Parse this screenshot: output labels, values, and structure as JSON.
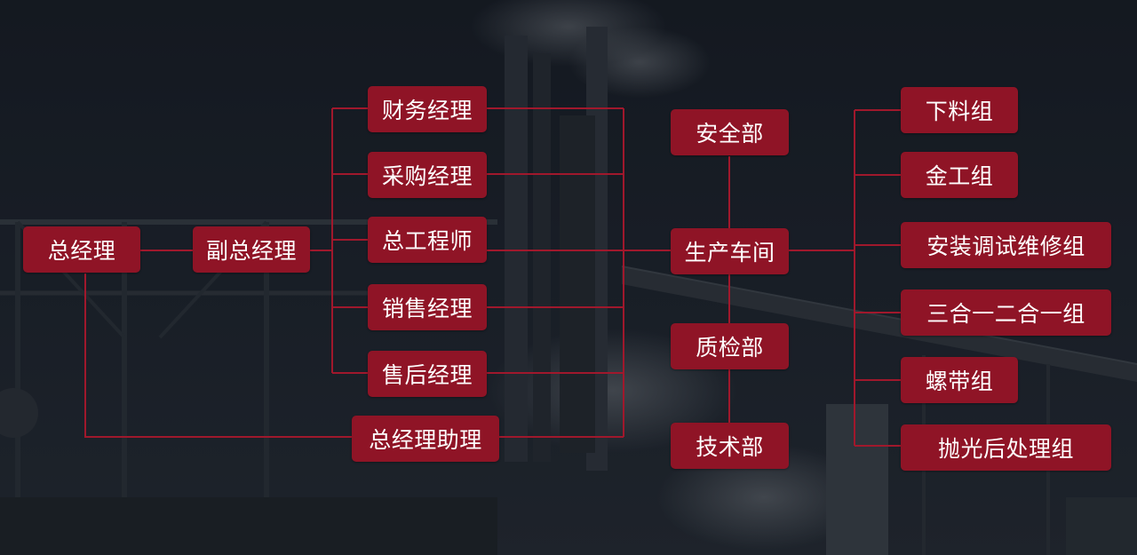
{
  "org_chart": {
    "general_manager": "总经理",
    "deputy_general_manager": "副总经理",
    "finance_manager": "财务经理",
    "purchasing_manager": "采购经理",
    "chief_engineer": "总工程师",
    "sales_manager": "销售经理",
    "after_sales_manager": "售后经理",
    "gm_assistant": "总经理助理",
    "safety_dept": "安全部",
    "production_workshop": "生产车间",
    "quality_dept": "质检部",
    "technical_dept": "技术部",
    "groups": [
      "下料组",
      "金工组",
      "安装调试维修组",
      "三合一二合一组",
      "螺带组",
      "抛光后处理组"
    ]
  },
  "colors": {
    "node_fill": "#8f1426",
    "connector": "#a0182c",
    "node_text": "#ffffff",
    "background": "#1a1f27"
  }
}
